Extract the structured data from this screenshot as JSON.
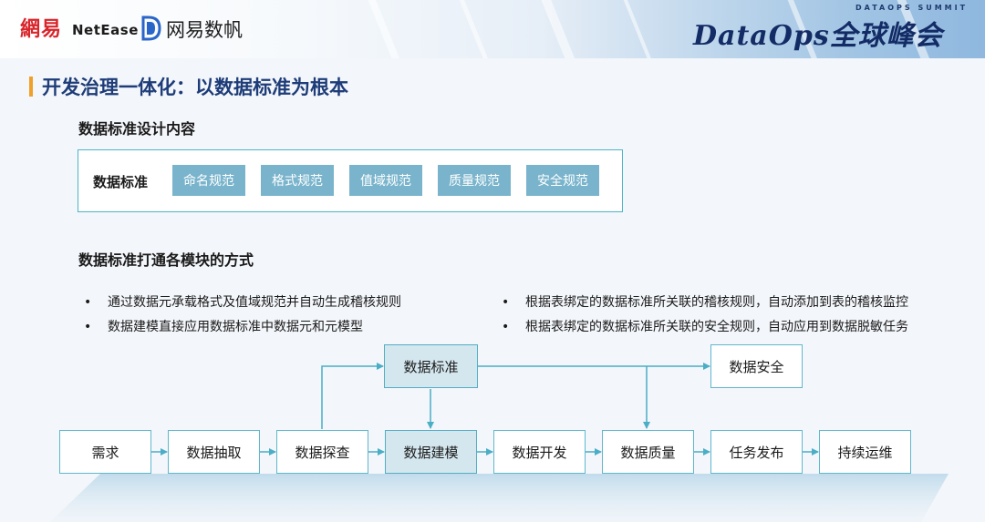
{
  "header": {
    "logo_cn": "網易",
    "logo_en": "NetEase",
    "brand": "网易数帆",
    "summit_small": "DATAOPS SUMMIT",
    "summit_title": "DataOps全球峰会"
  },
  "page_title": "开发治理一体化：以数据标准为根本",
  "section1": {
    "title": "数据标准设计内容",
    "label": "数据标准",
    "chips": [
      "命名规范",
      "格式规范",
      "值域规范",
      "质量规范",
      "安全规范"
    ]
  },
  "section2": {
    "title": "数据标准打通各模块的方式",
    "bullet_glyph": "•",
    "bullets_left": [
      "通过数据元承载格式及值域规范并自动生成稽核规则",
      "数据建模直接应用数据标准中数据元和元模型"
    ],
    "bullets_right": [
      "根据表绑定的数据标准所关联的稽核规则，自动添加到表的稽核监控",
      "根据表绑定的数据标准所关联的安全规则，自动应用到数据脱敏任务"
    ]
  },
  "flow": {
    "top_nodes": [
      "数据标准",
      "数据安全"
    ],
    "nodes": [
      "需求",
      "数据抽取",
      "数据探查",
      "数据建模",
      "数据开发",
      "数据质量",
      "任务发布",
      "持续运维"
    ]
  },
  "colors": {
    "title": "#1d3c78",
    "accent_bar": "#f0a028",
    "chip": "#79b4cc",
    "border": "#5fb8cc",
    "arrow": "#4aaec6"
  }
}
